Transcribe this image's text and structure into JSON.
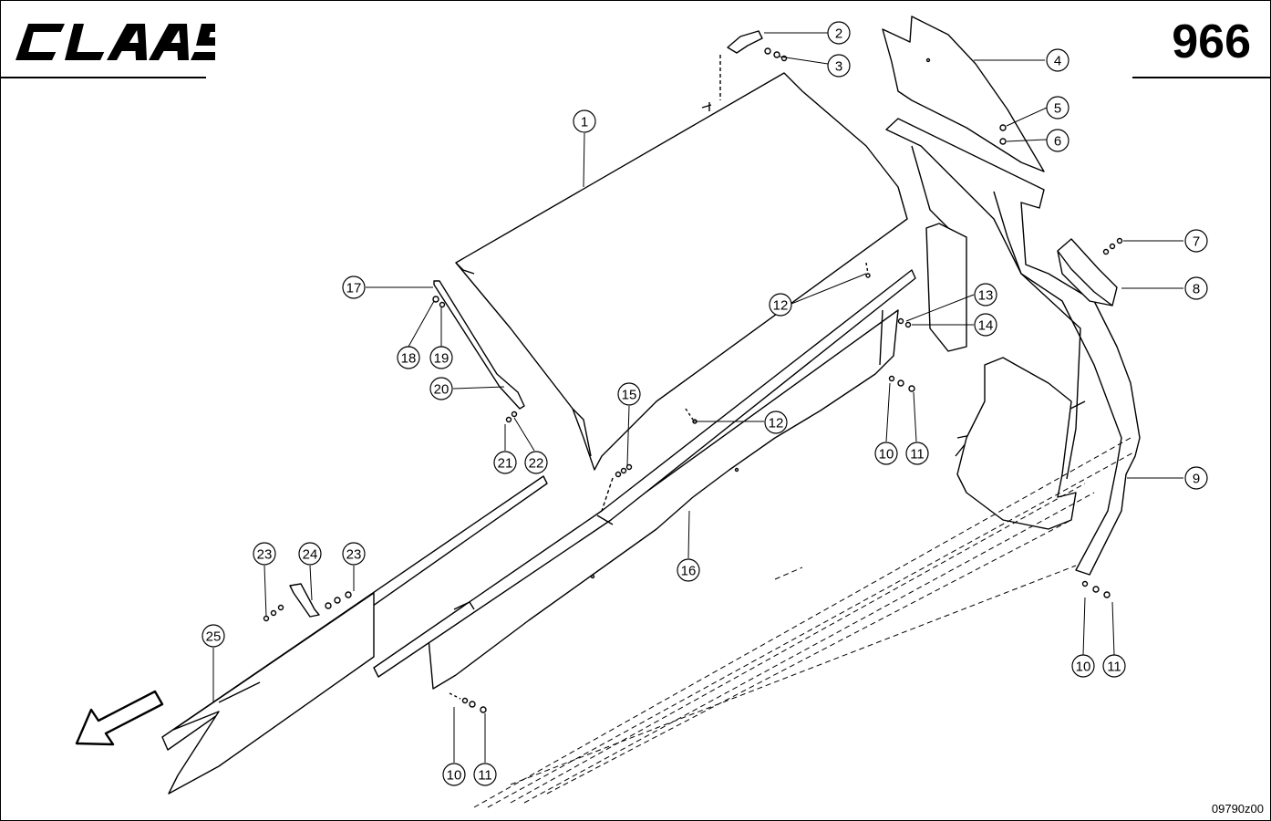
{
  "header": {
    "brand": "CLAAS",
    "page_number": "966"
  },
  "footer": {
    "drawing_number": "09790z00"
  },
  "callouts": [
    "1",
    "2",
    "3",
    "4",
    "5",
    "6",
    "7",
    "8",
    "9",
    "10",
    "11",
    "12",
    "12",
    "13",
    "14",
    "15",
    "16",
    "17",
    "18",
    "19",
    "20",
    "21",
    "22",
    "23",
    "24",
    "23",
    "25",
    "10",
    "11",
    "10",
    "11"
  ],
  "colors": {
    "line": "#000000",
    "background": "#ffffff"
  }
}
